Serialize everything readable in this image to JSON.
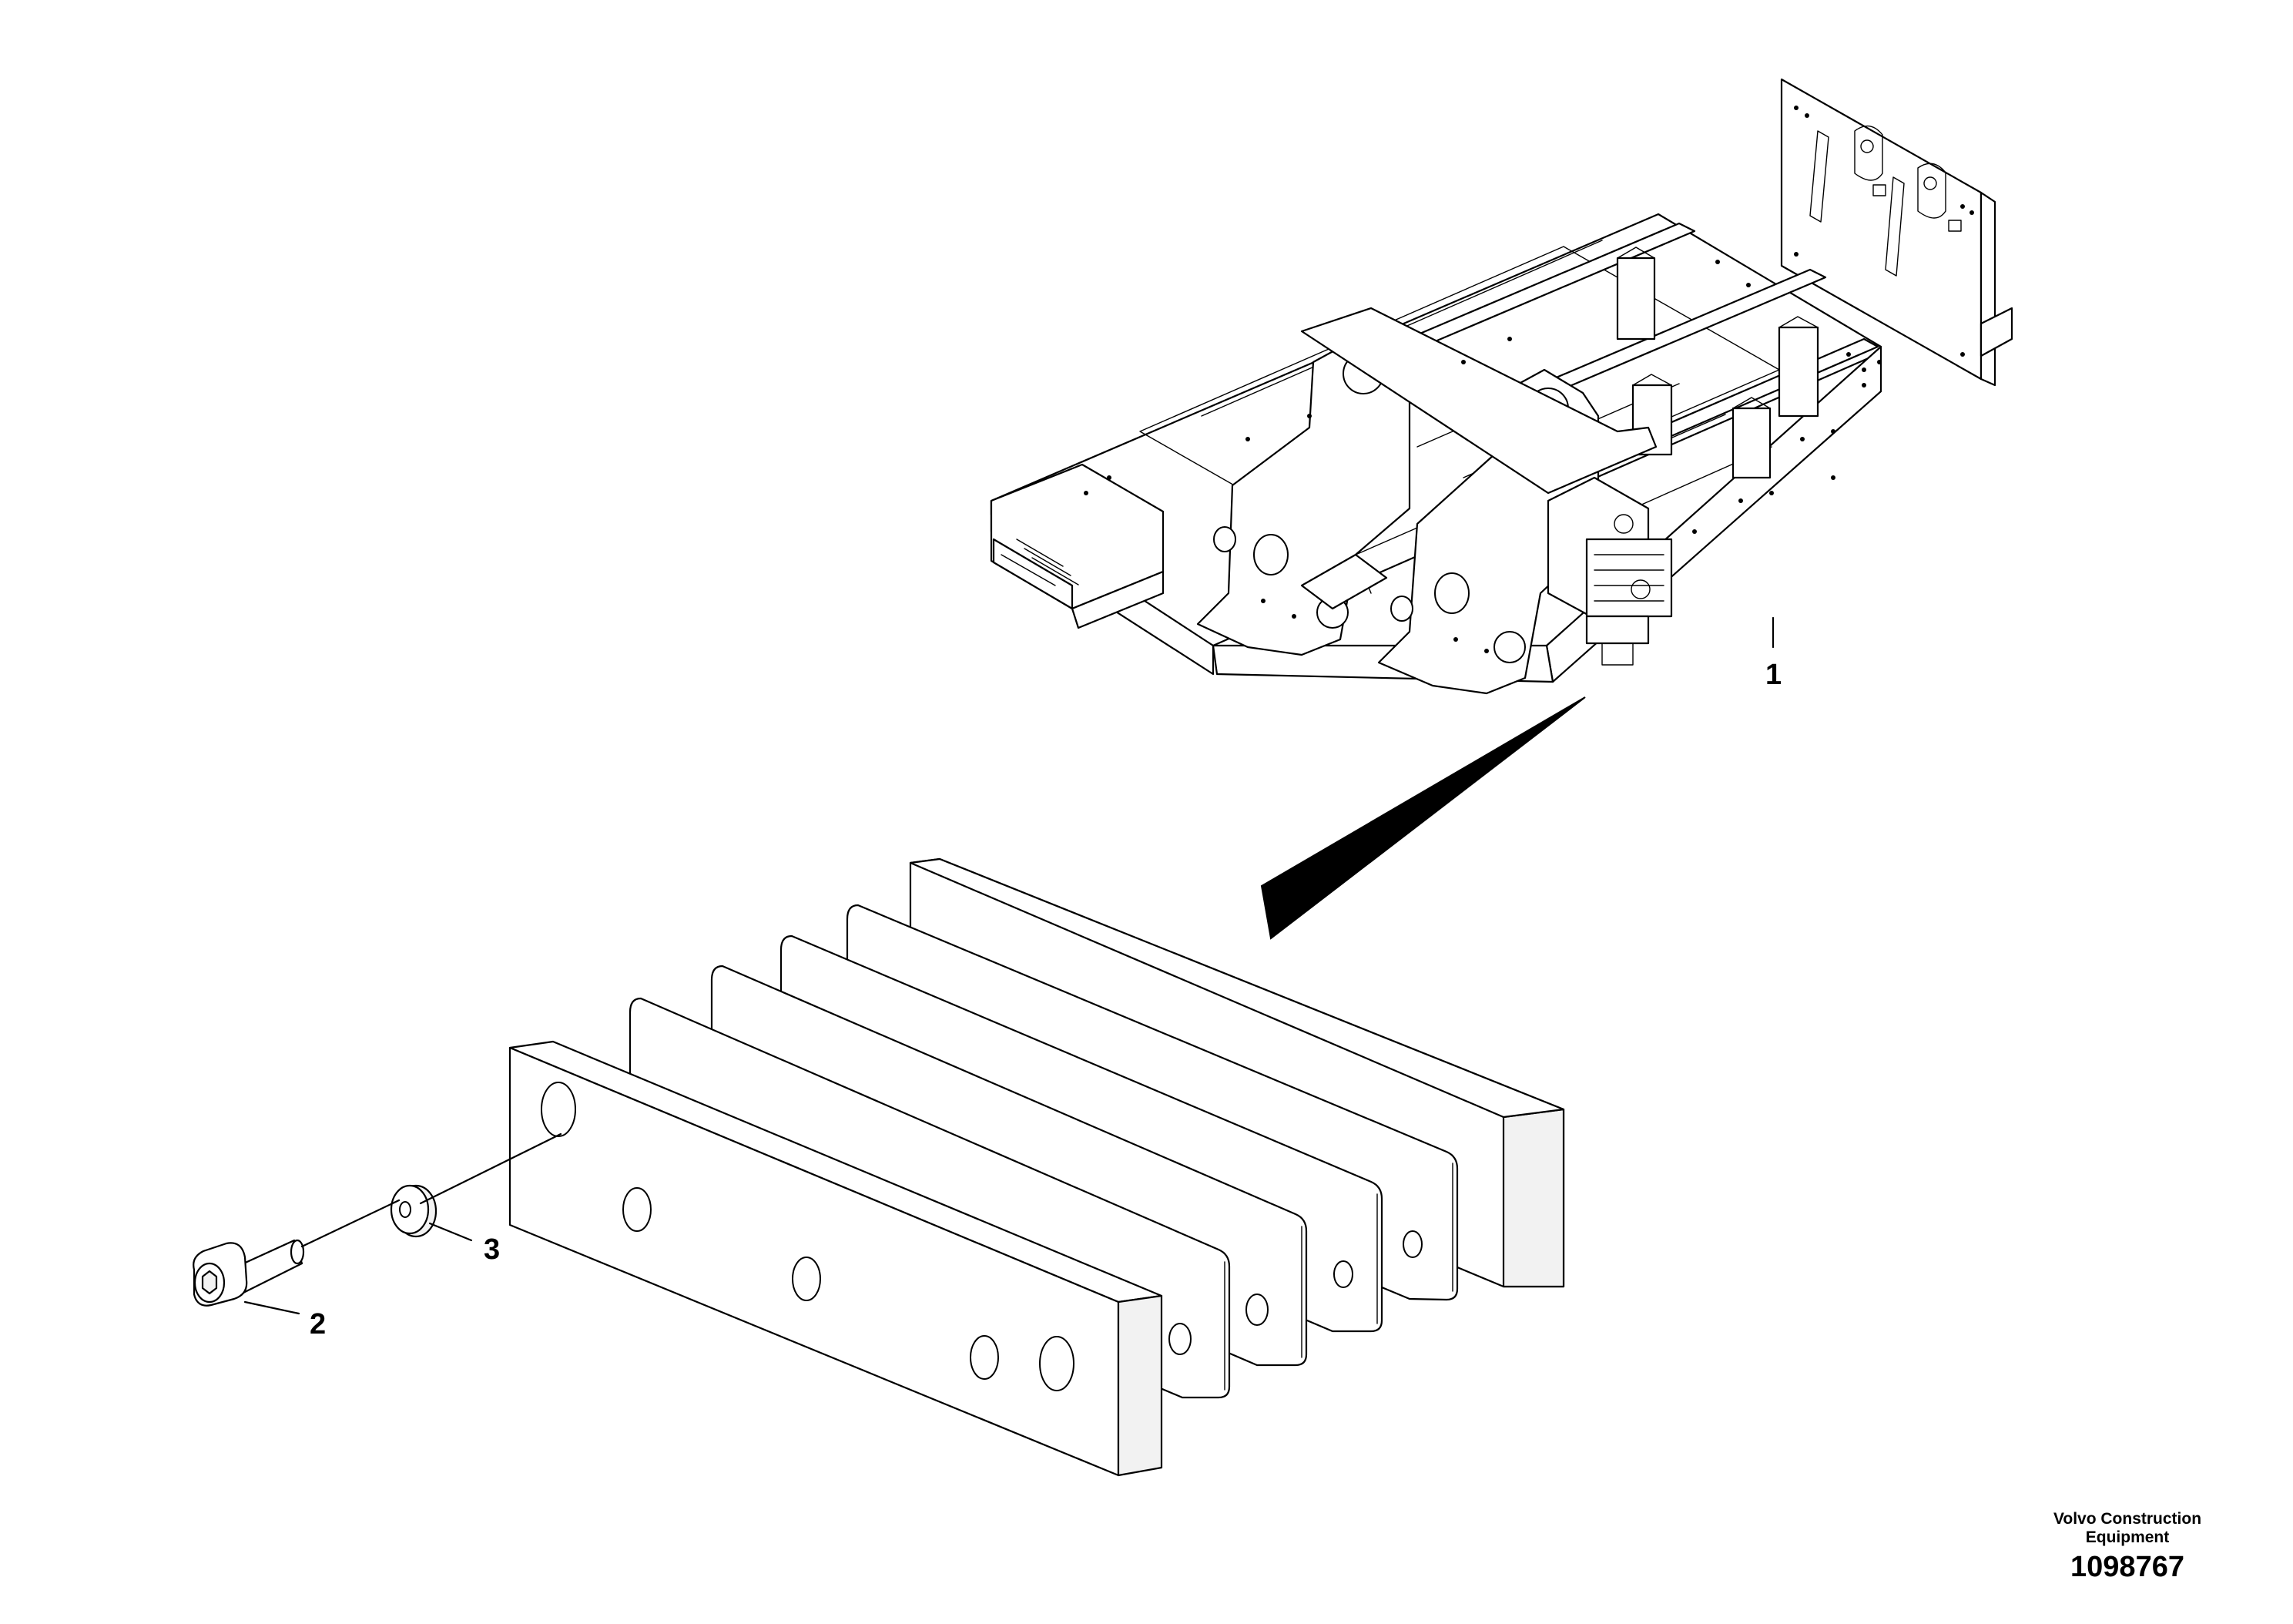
{
  "callouts": {
    "item_1": "1",
    "item_2": "2",
    "item_3": "3"
  },
  "footer": {
    "company_line1": "Volvo Construction",
    "company_line2": "Equipment",
    "drawing_number": "1098767"
  },
  "colors": {
    "line": "#000000",
    "face": "#ffffff",
    "shade": "#eeeeee"
  }
}
